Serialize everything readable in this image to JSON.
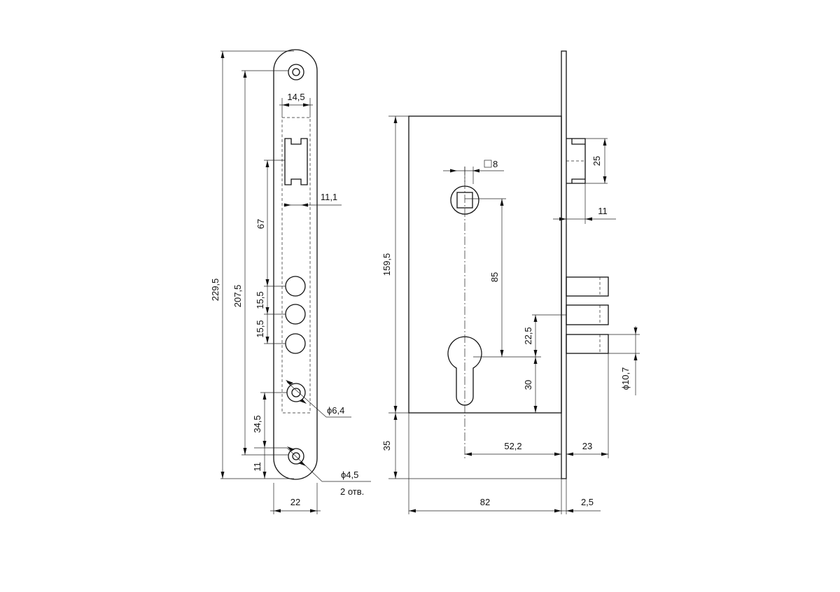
{
  "dimensions": {
    "faceplate_width_top": "14,5",
    "slot_offset": "11,1",
    "length_67": "67",
    "overall_length": "229,5",
    "hole_spacing": "207,5",
    "round_bolt_spacing_1": "15,5",
    "round_bolt_spacing_2": "15,5",
    "hole_diameter_large": "ϕ6,4",
    "offset_34_5": "34,5",
    "offset_11": "11",
    "hole_diameter_small": "ϕ4,5",
    "hole_count_note": "2 отв.",
    "faceplate_width": "22",
    "spindle_square": "8",
    "latch_height": "25",
    "latch_projection": "11",
    "body_height": "159,5",
    "spindle_to_cylinder": "85",
    "bolt_pitch": "22,5",
    "bolt_diameter": "ϕ10,7",
    "cylinder_offset": "30",
    "lower_offset": "35",
    "backset": "52,2",
    "bolt_throw": "23",
    "body_depth": "82",
    "faceplate_thickness": "2,5"
  }
}
